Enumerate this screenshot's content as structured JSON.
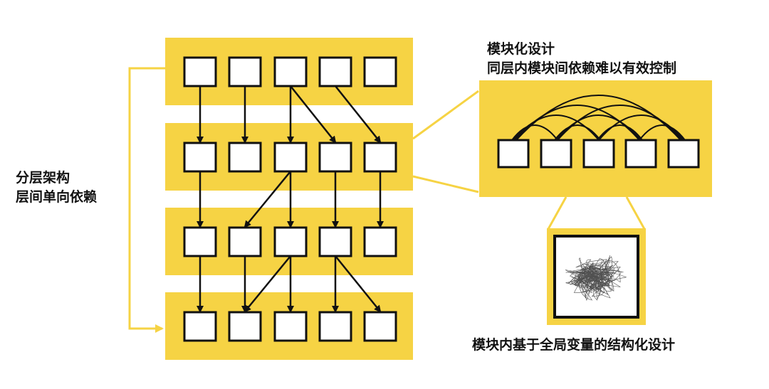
{
  "labels": {
    "layered_title": "分层架构",
    "layered_subtitle": "层间单向依赖",
    "modular_title": "模块化设计",
    "modular_subtitle": "同层内模块间依赖难以有效控制",
    "global_caption": "模块内基于全局变量的结构化设计"
  },
  "colors": {
    "band": "#F6D344",
    "box_stroke": "#111111",
    "box_fill": "#ffffff",
    "arrow": "#111111",
    "connector": "#F6D344"
  },
  "layers": [
    {
      "name": "layer-1",
      "modules": 5
    },
    {
      "name": "layer-2",
      "modules": 5
    },
    {
      "name": "layer-3",
      "modules": 5
    },
    {
      "name": "layer-4",
      "modules": 5
    }
  ],
  "dependencies": [
    {
      "from": [
        0,
        0
      ],
      "to": [
        1,
        0
      ]
    },
    {
      "from": [
        0,
        1
      ],
      "to": [
        1,
        1
      ]
    },
    {
      "from": [
        0,
        2
      ],
      "to": [
        1,
        2
      ]
    },
    {
      "from": [
        0,
        2
      ],
      "to": [
        1,
        3
      ]
    },
    {
      "from": [
        0,
        3
      ],
      "to": [
        1,
        4
      ]
    },
    {
      "from": [
        1,
        0
      ],
      "to": [
        2,
        0
      ]
    },
    {
      "from": [
        1,
        2
      ],
      "to": [
        2,
        1
      ]
    },
    {
      "from": [
        1,
        2
      ],
      "to": [
        2,
        2
      ]
    },
    {
      "from": [
        1,
        3
      ],
      "to": [
        2,
        3
      ]
    },
    {
      "from": [
        1,
        4
      ],
      "to": [
        2,
        4
      ]
    },
    {
      "from": [
        2,
        0
      ],
      "to": [
        3,
        0
      ]
    },
    {
      "from": [
        2,
        1
      ],
      "to": [
        3,
        1
      ]
    },
    {
      "from": [
        2,
        2
      ],
      "to": [
        3,
        1
      ]
    },
    {
      "from": [
        2,
        2
      ],
      "to": [
        3,
        2
      ]
    },
    {
      "from": [
        2,
        3
      ],
      "to": [
        3,
        3
      ]
    },
    {
      "from": [
        2,
        3
      ],
      "to": [
        3,
        4
      ]
    }
  ],
  "detail_modules": 5
}
